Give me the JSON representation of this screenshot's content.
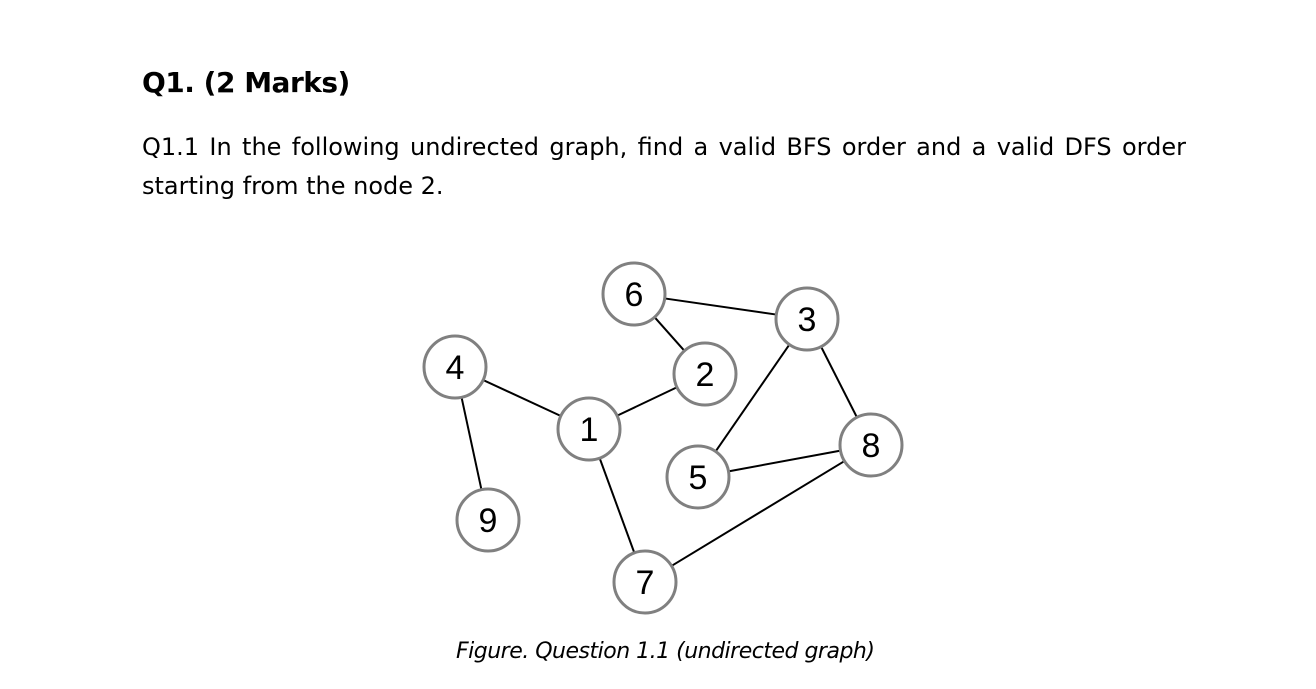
{
  "document": {
    "heading": "Q1. (2 Marks)",
    "question": "Q1.1 In the following undirected graph, find a valid BFS order and a valid DFS order starting from the node 2.",
    "caption": "Figure. Question 1.1 (undirected graph)"
  },
  "graph": {
    "nodes": [
      "1",
      "2",
      "3",
      "4",
      "5",
      "6",
      "7",
      "8",
      "9"
    ],
    "edges": [
      [
        "6",
        "3"
      ],
      [
        "6",
        "2"
      ],
      [
        "2",
        "1"
      ],
      [
        "4",
        "1"
      ],
      [
        "4",
        "9"
      ],
      [
        "1",
        "7"
      ],
      [
        "3",
        "5"
      ],
      [
        "3",
        "8"
      ],
      [
        "5",
        "8"
      ],
      [
        "7",
        "8"
      ]
    ]
  }
}
